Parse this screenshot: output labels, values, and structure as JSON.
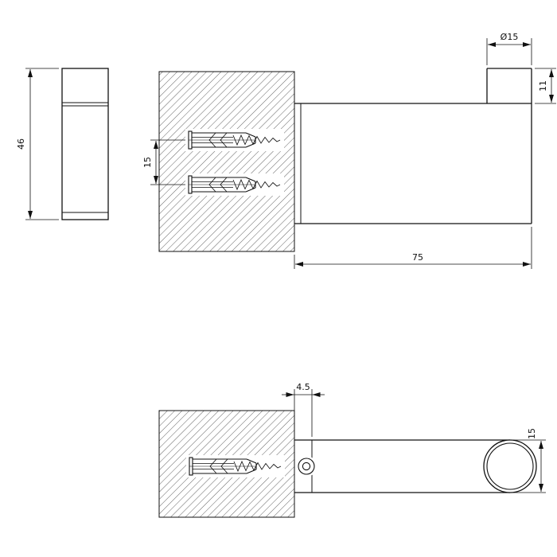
{
  "drawing": {
    "line_color": "#111111",
    "background_color": "#ffffff",
    "hatch_color": "#222222"
  },
  "dims": {
    "front_height": "46",
    "anchor_spacing": "15",
    "arm_length": "75",
    "peg_diameter": "Ø15",
    "peg_height": "11",
    "plate_offset": "4.5",
    "body_diameter": "15"
  }
}
